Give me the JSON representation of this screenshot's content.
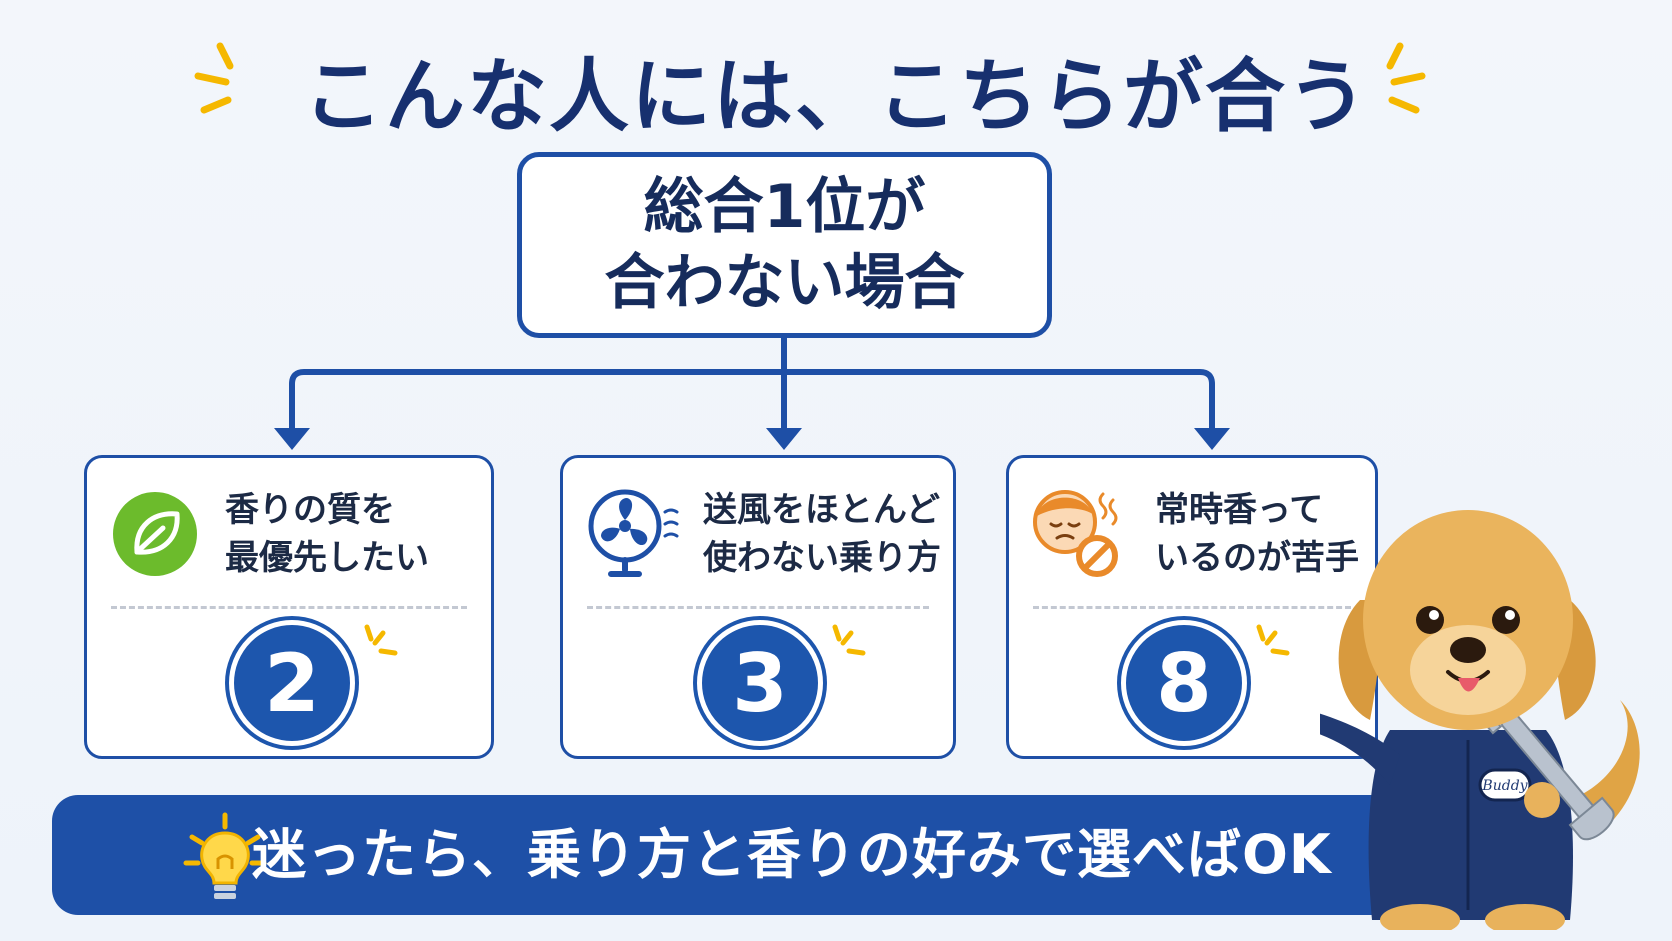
{
  "title": "こんな人には、こちらが合う",
  "root": {
    "text": "総合1位が\n合わない場合"
  },
  "cards": [
    {
      "text": "香りの質を\n最優先したい",
      "number": "2",
      "icon": "leaf-icon"
    },
    {
      "text": "送風をほとんど\n使わない乗り方",
      "number": "3",
      "icon": "fan-icon"
    },
    {
      "text": "常時香って\nいるのが苦手",
      "number": "8",
      "icon": "no-smell-face-icon"
    }
  ],
  "banner": {
    "text": "迷ったら、乗り方と香りの好みで選べばOK",
    "icon": "lightbulb-icon"
  },
  "mascot": {
    "badge": "Buddy"
  },
  "colors": {
    "navy": "#17306f",
    "blue": "#1e50a7",
    "accent": "#f5b800",
    "green": "#6cbb2c",
    "orange": "#e98a2a"
  }
}
